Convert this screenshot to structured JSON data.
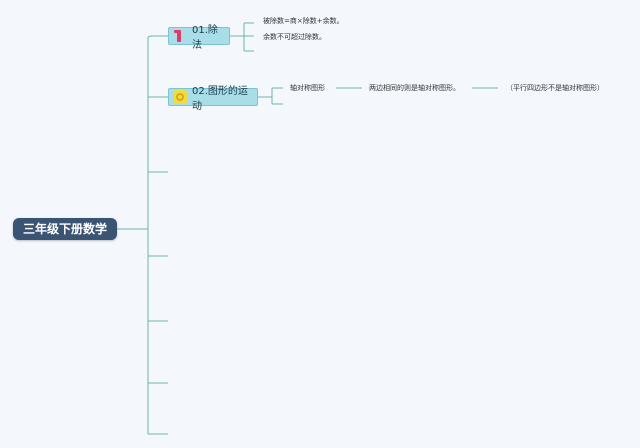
{
  "root": {
    "label": "三年级下册数学"
  },
  "branches": [
    {
      "label": "01.除法",
      "icon": "number-one-icon",
      "children": [
        {
          "text": "被除数=商×除数+余数。"
        },
        {
          "text": "余数不可超过除数。"
        }
      ]
    },
    {
      "label": "02.图形的运动",
      "icon": "number-two-icon",
      "children": [
        {
          "text": "轴对称图形",
          "children": [
            {
              "text": "两边相同的则是轴对称图形。",
              "children": [
                {
                  "text": "（平行四边形不是轴对称图形）"
                }
              ]
            }
          ]
        }
      ]
    }
  ],
  "colors": {
    "background": "#f4f8fd",
    "root_fill": "#3b5474",
    "branch_fill": "#a9dde8",
    "connector": "#5aa897"
  }
}
